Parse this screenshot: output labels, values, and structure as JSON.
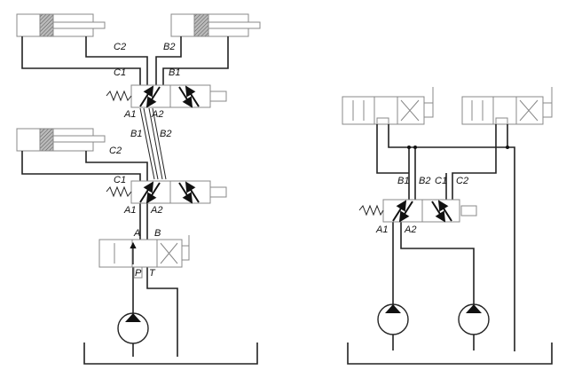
{
  "left_circuit": {
    "labels": {
      "c2_top": "C2",
      "b2_top": "B2",
      "c1_top": "C1",
      "b1_top": "B1",
      "a1_top": "A1",
      "a2_top": "A2",
      "b1_mid": "B1",
      "b2_mid": "B2",
      "c2_mid": "C2",
      "c1_mid": "C1",
      "a1_mid": "A1",
      "a2_mid": "A2",
      "a_port": "A",
      "b_port": "B",
      "p_port": "P",
      "t_port": "T"
    }
  },
  "right_circuit": {
    "labels": {
      "b1": "B1",
      "b2": "B2",
      "c1": "C1",
      "c2": "C2",
      "a1": "A1",
      "a2": "A2"
    }
  },
  "colors": {
    "line": "#222222",
    "component": "#888888",
    "hatch": "#666666"
  }
}
